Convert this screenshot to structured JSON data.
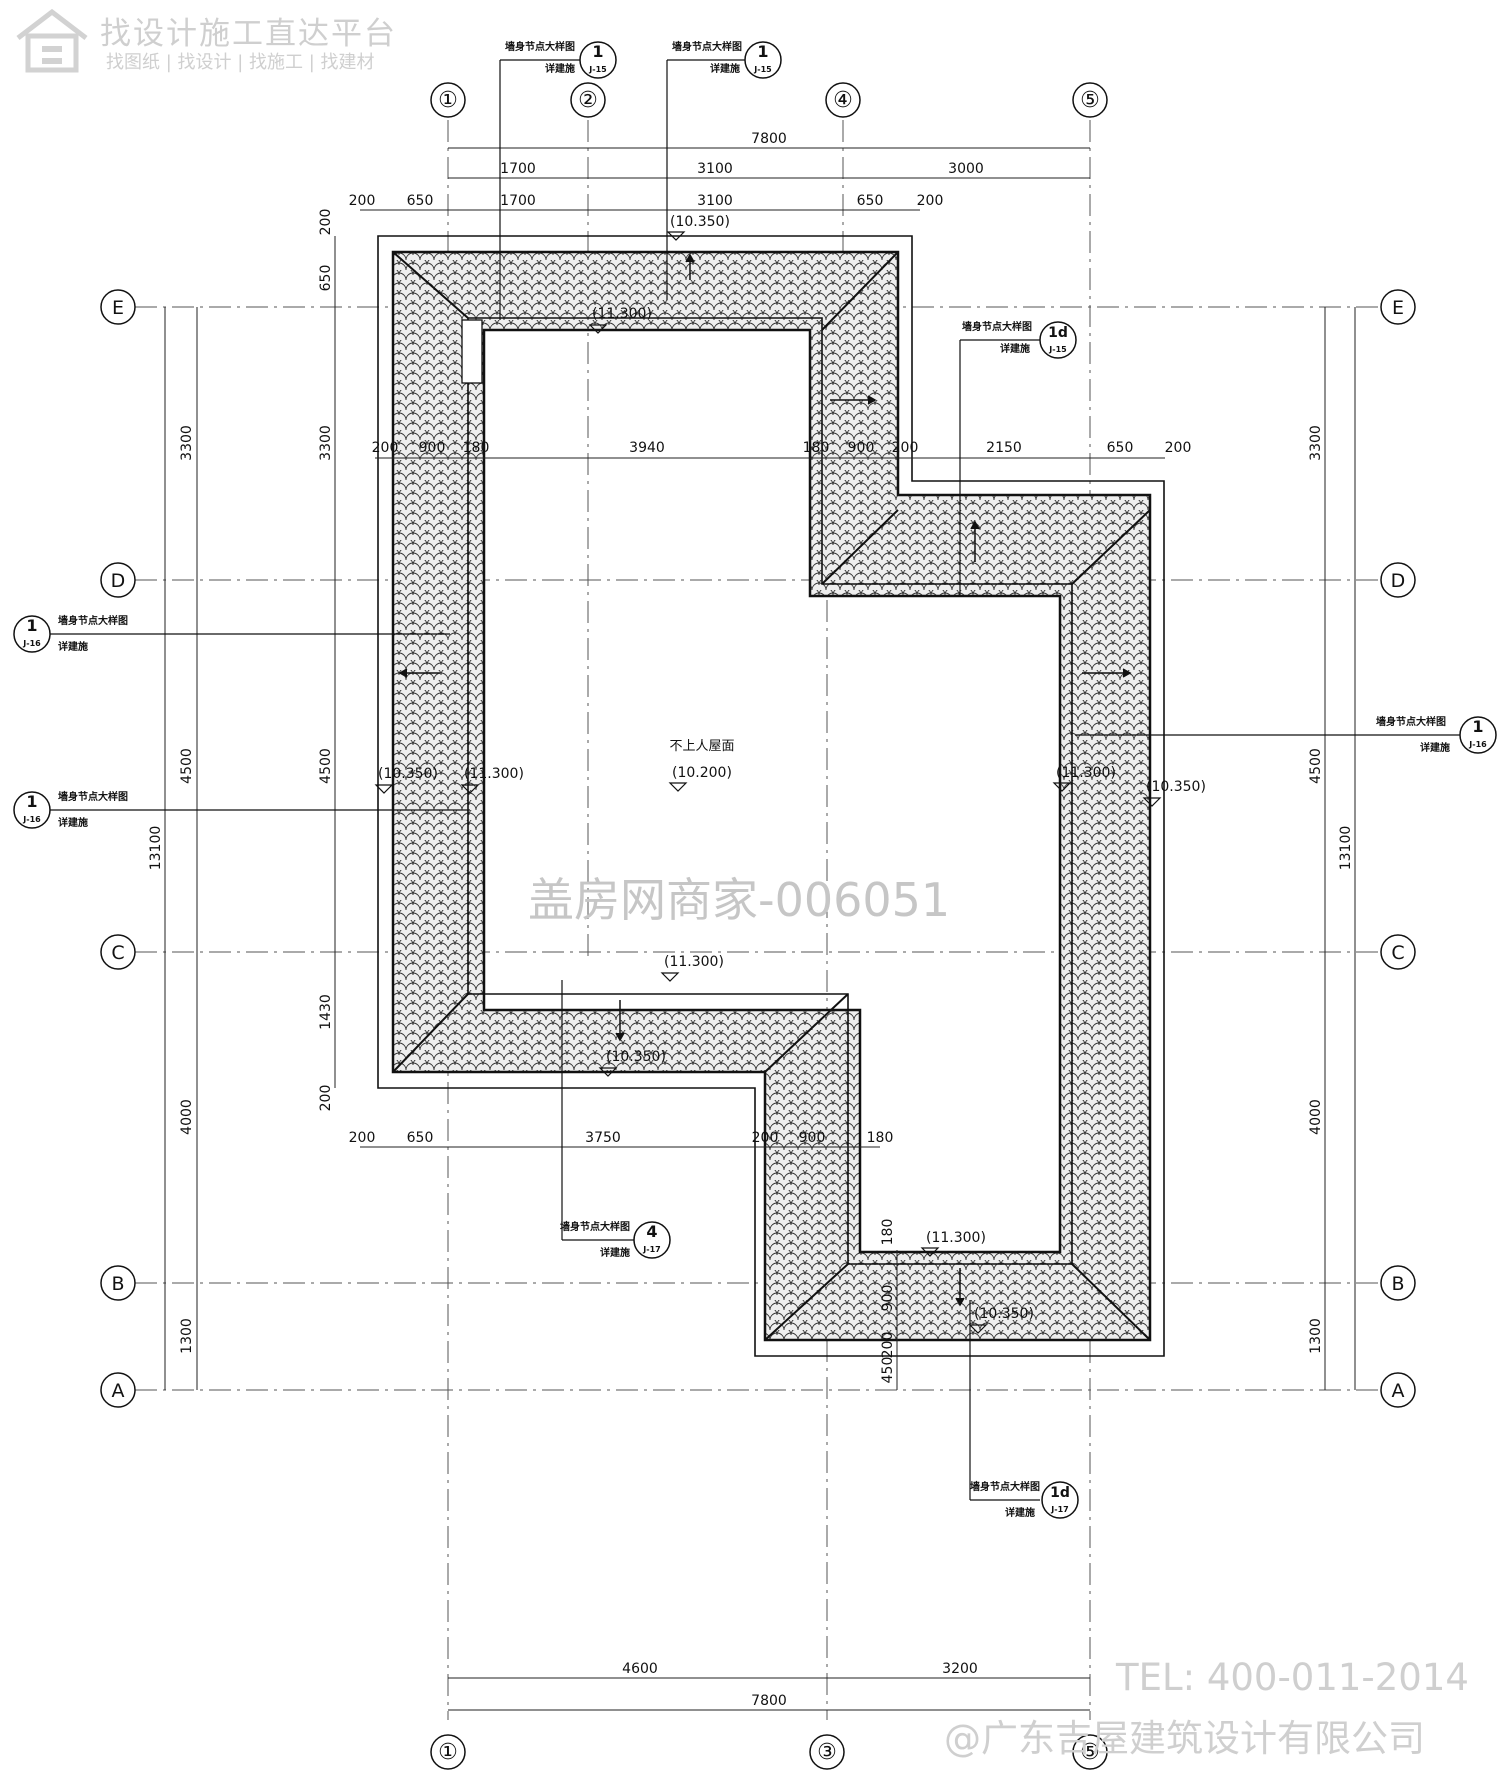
{
  "watermarks": {
    "top_title": "找设计施工直达平台",
    "top_subtitle": "找图纸 | 找设计 | 找施工 | 找建材",
    "center": "盖房网商家-006051",
    "tel": "TEL: 400-011-2014",
    "company": "@广东吉屋建筑设计有限公司"
  },
  "axes": {
    "vertical": [
      "①",
      "②",
      "③",
      "④",
      "⑤"
    ],
    "horizontal": [
      "A",
      "B",
      "C",
      "D",
      "E"
    ]
  },
  "dimensions": {
    "top_total": "7800",
    "top_row1": [
      "1700",
      "3100",
      "3000"
    ],
    "top_row2": [
      "200",
      "650",
      "1700",
      "3100",
      "650",
      "200"
    ],
    "mid_row": [
      "200",
      "900",
      "180",
      "3940",
      "180",
      "900",
      "200",
      "2150",
      "650",
      "200"
    ],
    "lower_row": [
      "200",
      "650",
      "3750",
      "200",
      "900",
      "180"
    ],
    "bottom_row": [
      "4600",
      "3200"
    ],
    "bottom_total": "7800",
    "left_outer_total": "13100",
    "left_outer": [
      "3300",
      "4500",
      "4000",
      "1300"
    ],
    "left_inner": [
      "200",
      "650",
      "3300",
      "4500",
      "1430",
      "200"
    ],
    "right_outer_total": "13100",
    "right_outer": [
      "3300",
      "4500",
      "4000",
      "1300"
    ],
    "center_small": [
      "180",
      "900",
      "200",
      "450"
    ]
  },
  "elevations": {
    "e1": "(10.350)",
    "e2": "(11.300)",
    "e3": "(10.350)",
    "e4": "(11.300)",
    "e5": "(10.200)",
    "e6": "(11.300)",
    "e7": "(10.350)",
    "e8": "(11.300)",
    "e9": "(10.350)",
    "e10": "(11.300)",
    "e11": "(10.350)"
  },
  "roof_label": "不上人屋面",
  "detail_callouts": {
    "line1": "墙身节点大样图",
    "line2": "详建施",
    "refs": [
      {
        "num": "1",
        "sheet": "J-15"
      },
      {
        "num": "1",
        "sheet": "J-15"
      },
      {
        "num": "1d",
        "sheet": "J-15"
      },
      {
        "num": "1",
        "sheet": "J-16"
      },
      {
        "num": "1",
        "sheet": "J-16"
      },
      {
        "num": "1",
        "sheet": "J-16"
      },
      {
        "num": "4",
        "sheet": "J-17"
      },
      {
        "num": "1d",
        "sheet": "J-17"
      }
    ]
  }
}
